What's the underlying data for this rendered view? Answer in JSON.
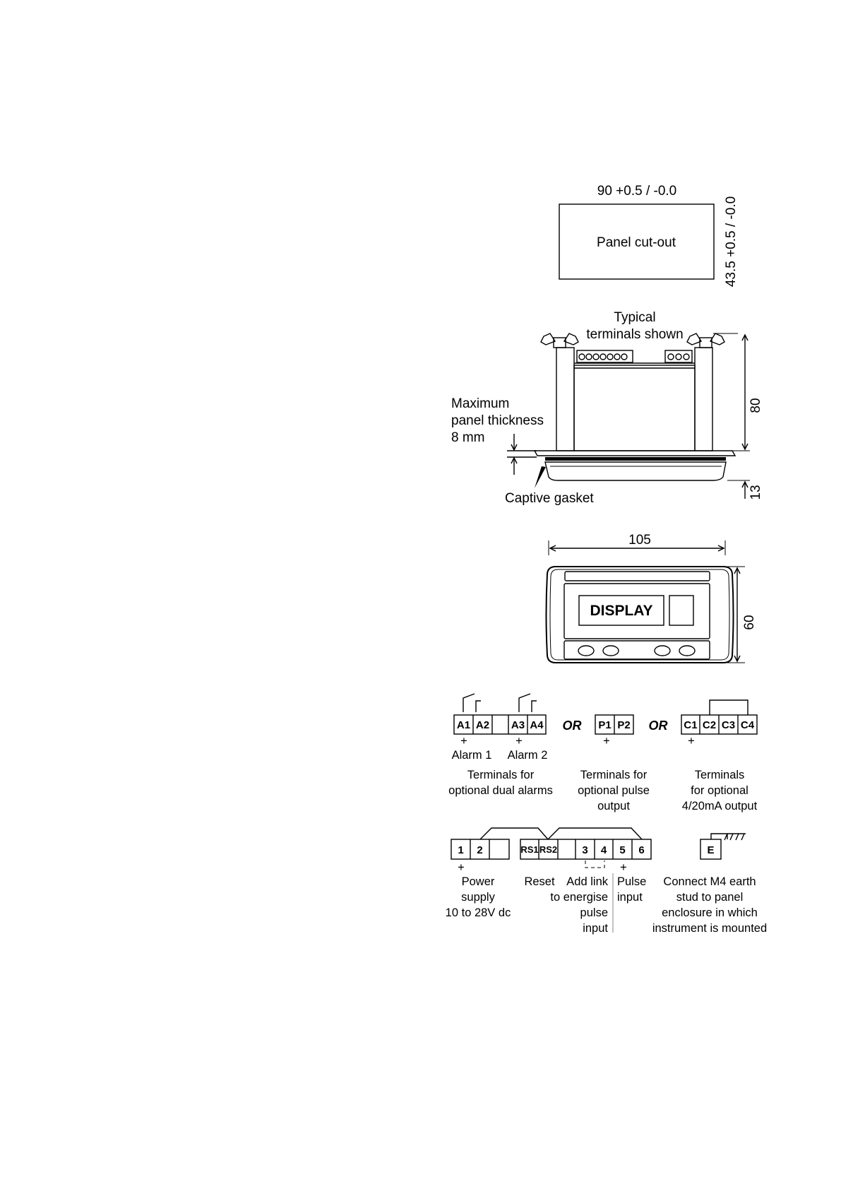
{
  "cutout": {
    "width_label": "90 +0.5 / -0.0",
    "height_label": "43.5 +0.5 / -0.0",
    "box_label": "Panel cut-out"
  },
  "side_view": {
    "terminals_line1": "Typical",
    "terminals_line2": "terminals shown",
    "thickness_line1": "Maximum",
    "thickness_line2": "panel thickness",
    "thickness_line3": "8 mm",
    "gasket_label": "Captive gasket",
    "dim_height": "80",
    "dim_bezel": "13"
  },
  "front_view": {
    "dim_width": "105",
    "dim_height": "60",
    "display_label": "DISPLAY"
  },
  "alarms": {
    "terminals": [
      "A1",
      "A2",
      "A3",
      "A4"
    ],
    "plus": [
      "+",
      "+"
    ],
    "alarm1": "Alarm 1",
    "alarm2": "Alarm 2",
    "desc_line1": "Terminals for",
    "desc_line2": "optional dual alarms"
  },
  "or_words": [
    "OR",
    "OR"
  ],
  "pulse_out": {
    "terminals": [
      "P1",
      "P2"
    ],
    "plus": "+",
    "desc_line1": "Terminals for",
    "desc_line2": "optional pulse",
    "desc_line3": "output"
  },
  "analog_out": {
    "terminals": [
      "C1",
      "C2",
      "C3",
      "C4"
    ],
    "plus": "+",
    "desc_line1": "Terminals",
    "desc_line2": "for optional",
    "desc_line3": "4/20mA output"
  },
  "main": {
    "power_terminals": [
      "1",
      "2"
    ],
    "reset_terminals": [
      "RS1",
      "RS2"
    ],
    "pulse_terminals": [
      "3",
      "4",
      "5",
      "6"
    ],
    "earth_terminal": "E",
    "plus_power": "+",
    "plus_pulse": "+",
    "power_line1": "Power",
    "power_line2": "supply",
    "power_line3": "10 to 28V dc",
    "reset_label": "Reset",
    "link_line1": "Add link",
    "link_line2": "to energise",
    "link_line3": "pulse",
    "link_line4": "input",
    "pulse_line1": "Pulse",
    "pulse_line2": "input",
    "earth_line1": "Connect M4 earth",
    "earth_line2": "stud to panel",
    "earth_line3": "enclosure in which",
    "earth_line4": "instrument is mounted"
  }
}
